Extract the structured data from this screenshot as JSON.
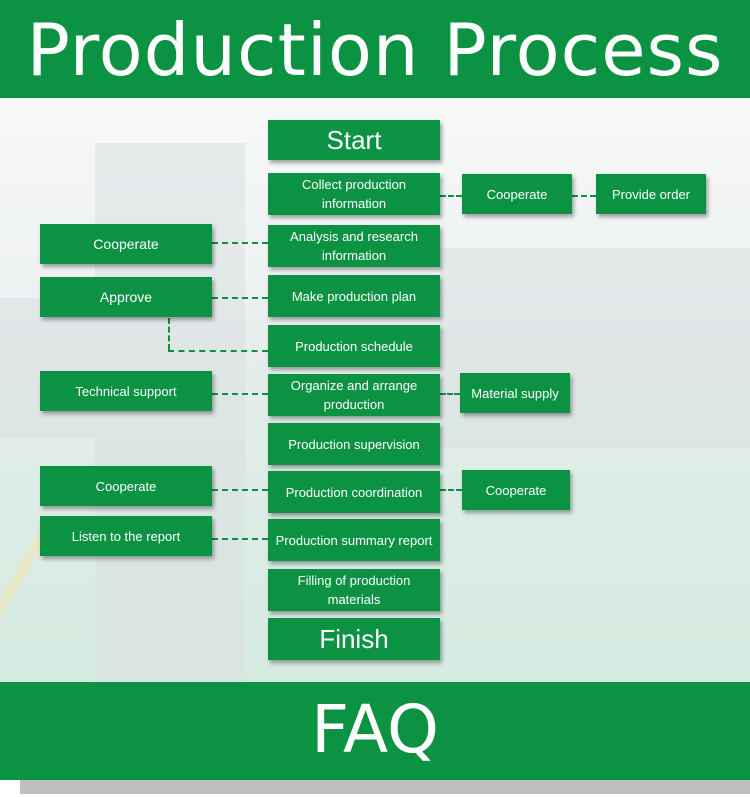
{
  "header": {
    "title": "Production Process"
  },
  "flow": {
    "main": [
      "Start",
      "Collect production information",
      "Analysis and research information",
      "Make production plan",
      "Production schedule",
      "Organize and arrange production",
      "Production supervision",
      "Production coordination",
      "Production summary report",
      "Filling of production materials",
      "Finish"
    ],
    "left": [
      "Cooperate",
      "Approve",
      "Technical support",
      "Cooperate",
      "Listen to the report"
    ],
    "right": [
      "Cooperate",
      "Provide order",
      "Material supply",
      "Cooperate"
    ]
  },
  "footer": {
    "title": "FAQ"
  },
  "colors": {
    "brand_green": "#0c9243",
    "text": "#ffffff"
  }
}
